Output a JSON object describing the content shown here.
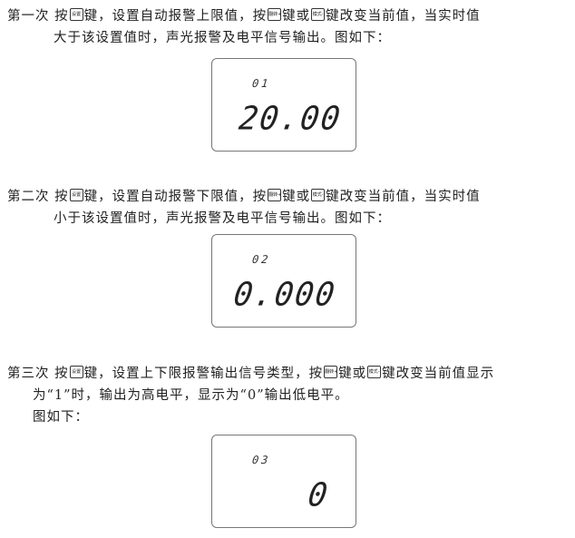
{
  "keys": {
    "set": "设置",
    "up": "翻转+",
    "down": "模式-"
  },
  "step1": {
    "ordinal": "第一次",
    "t1": "按",
    "t2": "键，设置自动报警上限值，按",
    "t3": "键或",
    "t4": "键改变当前值，当实时值",
    "line2": "大于该设置值时，声光报警及电平信号输出。图如下：",
    "display": {
      "code": "01",
      "value": "20.00"
    }
  },
  "step2": {
    "ordinal": "第二次",
    "t1": "按",
    "t2": "键，设置自动报警下限值，按",
    "t3": "键或",
    "t4": "键改变当前值，当实时值",
    "line2": "小于该设置值时，声光报警及电平信号输出。图如下：",
    "display": {
      "code": "02",
      "value": "0.000"
    }
  },
  "step3": {
    "ordinal": "第三次",
    "t1": "按",
    "t2": "键，设置上下限报警输出信号类型，按",
    "t3": "键或",
    "t4": "键改变当前值显示",
    "line2": "为“1”时，输出为高电平，显示为“0”输出低电平。",
    "line3": "图如下：",
    "display": {
      "code": "03",
      "value": "0"
    }
  }
}
